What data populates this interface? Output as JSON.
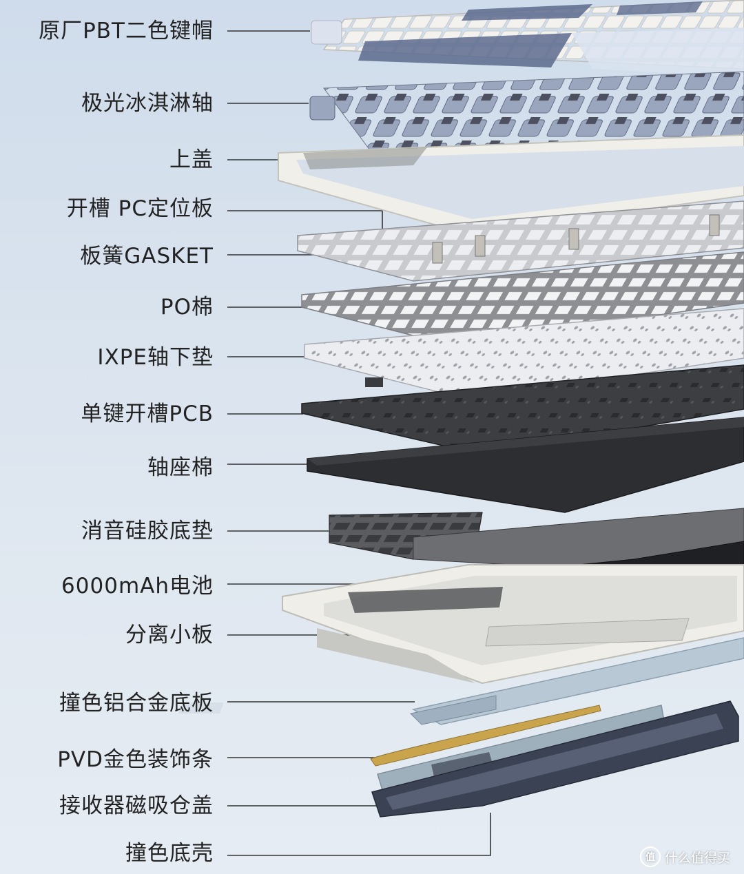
{
  "labels": [
    "原厂PBT二色键帽",
    "极光冰淇淋轴",
    "上盖",
    "开槽 PC定位板",
    "板簧GASKET",
    "PO棉",
    "IXPE轴下垫",
    "单键开槽PCB",
    "轴座棉",
    "消音硅胶底垫",
    "6000mAh电池",
    "分离小板",
    "撞色铝合金底板",
    "PVD金色装饰条",
    "接收器磁吸仓盖",
    "撞色底壳"
  ],
  "watermark": {
    "badge": "值",
    "text": "什么值得买"
  },
  "colors": {
    "background": "#d6e1ed",
    "keycap_light": "#eeeeea",
    "keycap_blue": "#5d6b8e",
    "case_white": "#efeee8",
    "navy": "#3b4254",
    "gold": "#c9a44d"
  }
}
